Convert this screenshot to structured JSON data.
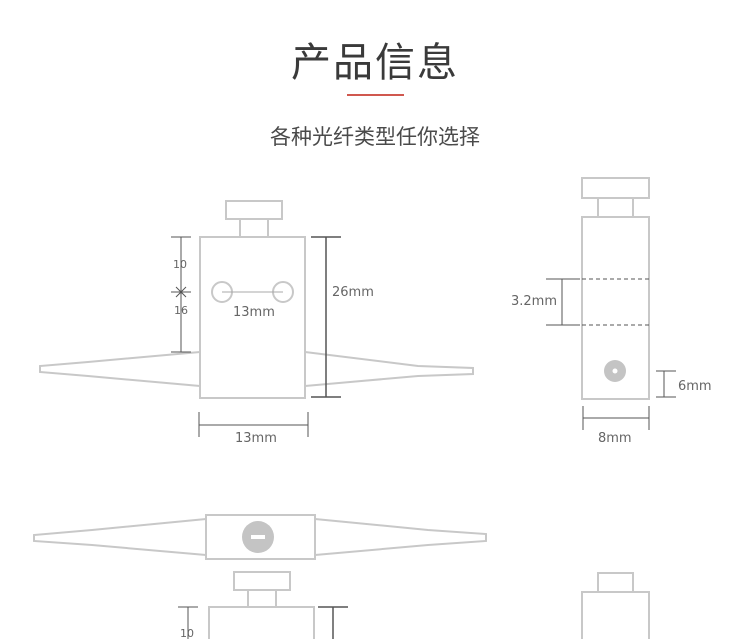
{
  "header": {
    "title": "产品信息",
    "subtitle": "各种光纤类型任你选择"
  },
  "colors": {
    "accent": "#d0584f",
    "line": "#c8c8c8",
    "dim_line": "#555555",
    "text": "#666666"
  },
  "front_view": {
    "dim_top": "10",
    "dim_bottom": "16",
    "dim_hole_spacing": "13mm",
    "dim_height": "26mm",
    "dim_width": "13mm"
  },
  "side_view": {
    "dim_mid": "3.2mm",
    "dim_hole": "6mm",
    "dim_width": "8mm"
  },
  "lower_front_view": {
    "dim_top": "10"
  }
}
